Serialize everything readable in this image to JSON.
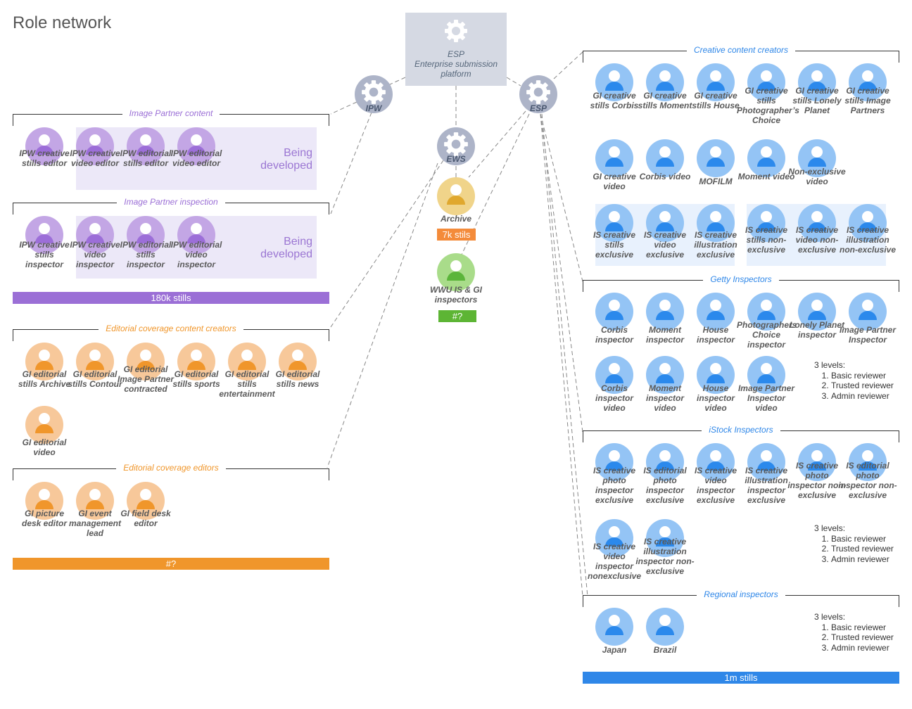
{
  "title": "Role network",
  "esp_box": {
    "title": "ESP",
    "subtitle": "Enterprise submission platform"
  },
  "hubs": {
    "ipw": "IPW",
    "ews": "EWS",
    "esp": "ESP"
  },
  "center_nodes": {
    "archive": "Archive",
    "archive_badge": "7k stils",
    "wwu": "WWU IS & GI inspectors",
    "wwu_badge": "#?"
  },
  "sections": {
    "ipc": "Image Partner content",
    "ipi": "Image Partner inspection",
    "ecc": "Editorial coverage content creators",
    "ece": "Editorial coverage editors",
    "ccc": "Creative content creators",
    "gi": "Getty Inspectors",
    "isi": "iStock Inspectors",
    "ri": "Regional inspectors"
  },
  "being_developed": "Being developed",
  "bars": {
    "purple": "180k stills",
    "orange": "#?",
    "blue": "1m stills"
  },
  "levels": {
    "title": "3 levels:",
    "items": [
      "Basic reviewer",
      "Trusted reviewer",
      "Admin reviewer"
    ]
  },
  "nodes": {
    "ipc": [
      "IPW creative stills editor",
      "IPW creative video editor",
      "IPW editorial stills editor",
      "IPW editorial video editor"
    ],
    "ipi": [
      "IPW creative stills inspector",
      "IPW creative video inspector",
      "IPW editorial stills inspector",
      "IPW editorial video inspector"
    ],
    "ecc": [
      "GI editorial stills Archive",
      "GI editorial stills Contour",
      "GI editorial Image Partner contracted",
      "GI editorial stills sports",
      "GI editorial stills entertainment",
      "GI editorial stills news",
      "GI editorial video"
    ],
    "ece": [
      "GI picture desk editor",
      "GI event management lead",
      "GI field desk editor"
    ],
    "ccc": [
      "GI creative stills Corbis",
      "GI creative stills Moment",
      "GI creative stills House",
      "GI creative stills Photographer’s Choice",
      "GI creative stills Lonely Planet",
      "GI creative stills Image Partners",
      "GI creative video",
      "Corbis video",
      "MOFILM",
      "Moment video",
      "Non-exclusive video",
      "IS creative stills exclusive",
      "IS creative video exclusive",
      "IS creative illustration exclusive",
      "IS creative stills non-exclusive",
      "IS creative video non-exclusive",
      "IS creative illustration non-exclusive"
    ],
    "gi": [
      "Corbis inspector",
      "Moment inspector",
      "House inspector",
      "Photographers Choice inspector",
      "Lonely Planet inspector",
      "Image Partner Inspector",
      "Corbis inspector video",
      "Moment inspector video",
      "House inspector video",
      "Image Partner Inspector video"
    ],
    "isi": [
      "IS creative photo inspector exclusive",
      "IS editorial photo inspector exclusive",
      "IS creative video inspector exclusive",
      "IS creative illustration inspector exclusive",
      "IS creative photo inspector non-exclusive",
      "IS editorial photo inspector non-exclusive",
      "IS creative video inspector nonexclusive",
      "IS creative illustration inspector non-exclusive"
    ],
    "ri": [
      "Japan",
      "Brazil"
    ]
  },
  "colors": {
    "purple": "#9b6fd6",
    "orange": "#f0962b",
    "blue": "#2f87e8",
    "green": "#5db534",
    "archive_orange": "#f48b3a"
  }
}
